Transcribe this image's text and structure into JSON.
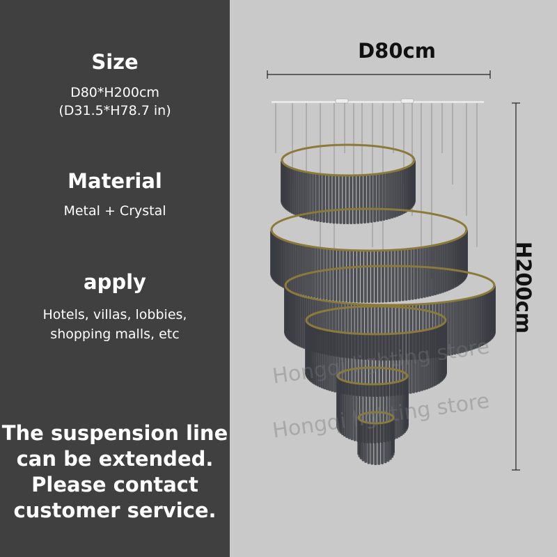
{
  "left_panel": {
    "size_heading": "Size",
    "size_metric": "D80*H200cm",
    "size_imperial": "(D31.5*H78.7 in)",
    "material_heading": "Material",
    "material_value": "Metal + Crystal",
    "apply_heading": "apply",
    "apply_line1": "Hotels, villas, lobbies,",
    "apply_line2": "shopping malls, etc",
    "notice_line1": "The suspension line",
    "notice_line2": "can be extended.",
    "notice_line3": "Please contact",
    "notice_line4": "customer service."
  },
  "product": {
    "diameter_label": "D80cm",
    "height_label": "H200cm",
    "watermark": "Hongqi lighting store"
  },
  "colors": {
    "left_bg": "#404040",
    "right_bg": "#c9c9c9",
    "text_light": "#ffffff",
    "crystal": "#3a3c42",
    "gold_ring": "#8b7a3a"
  }
}
